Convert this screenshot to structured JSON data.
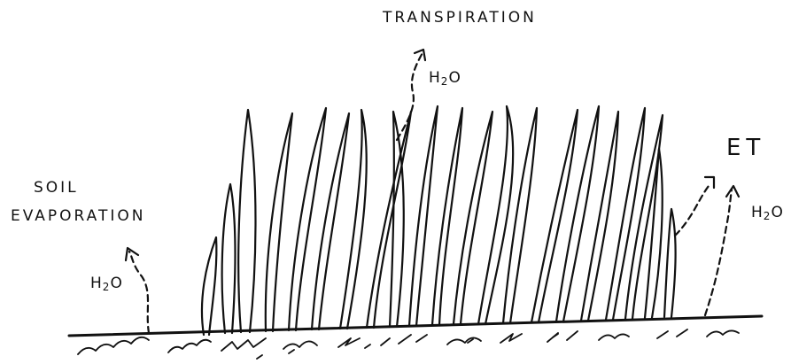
{
  "labels": {
    "transpiration": "TRANSPIRATION",
    "soil_line1": "SOIL",
    "soil_line2": "EVAPORATION",
    "et": "ET"
  },
  "h2o": {
    "h": "H",
    "sub": "2",
    "o": "O"
  },
  "colors": {
    "ink": "#111111",
    "background": "#ffffff"
  }
}
